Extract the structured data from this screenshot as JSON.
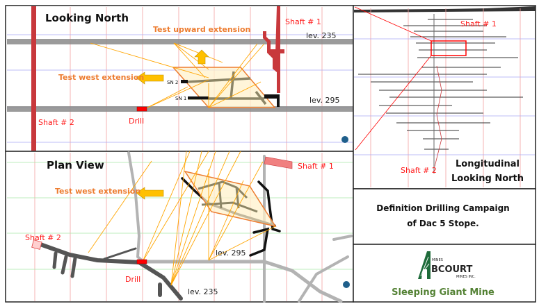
{
  "looking_north": {
    "title": "Looking North",
    "test_upward": "Test upward extension",
    "test_west": "Test west extension",
    "shaft1": "Shaft # 1",
    "shaft2": "Shaft # 2",
    "lev235": "lev. 235",
    "lev295": "lev. 295",
    "sn1": "SN 1",
    "sn2": "SN 2",
    "drill": "Drill"
  },
  "plan_view": {
    "title": "Plan View",
    "test_west": "Test west extension",
    "shaft1": "Shaft # 1",
    "shaft2": "Shaft # 2",
    "lev235": "lev. 235",
    "lev295": "lev. 295",
    "drill": "Drill"
  },
  "longitudinal": {
    "title_line1": "Longitudinal",
    "title_line2": "Looking North",
    "shaft1": "Shaft # 1",
    "shaft2": "Shaft # 2"
  },
  "campaign": {
    "line1": "Definition Drilling Campaign",
    "line2": "of Dac 5 Stope."
  },
  "logo": {
    "mines_top": "MINES",
    "brand": "BCOURT",
    "mines_inc": "MINES INC.",
    "mine_name": "Sleeping Giant Mine"
  },
  "colors": {
    "shaft_red": "#c8383c",
    "annotation_orange": "#ed7d31",
    "arrow_gold": "#ffc000",
    "mine_green": "#548235"
  }
}
